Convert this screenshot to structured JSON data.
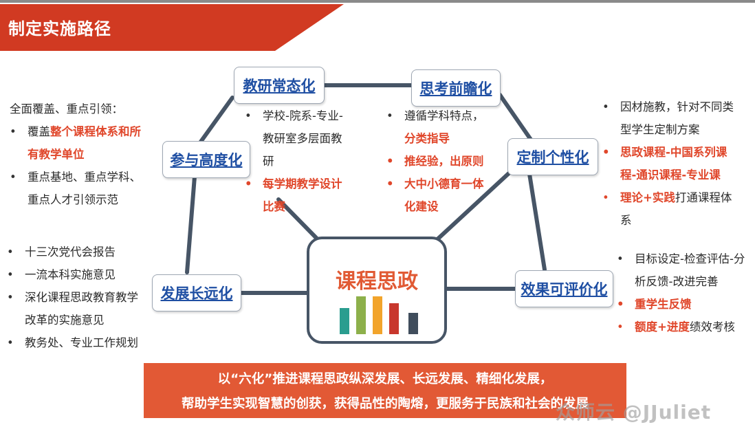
{
  "title": "制定实施路径",
  "center": {
    "label": "课程思政"
  },
  "bar_colors": [
    "#2a9d8f",
    "#8db04b",
    "#f2a42b",
    "#c8372d",
    "#404d5c"
  ],
  "bar_levels": [
    0.62,
    0.88,
    0.88,
    0.72,
    0.5
  ],
  "nodes": {
    "research": "教研常态化",
    "forward": "思考前瞻化",
    "participate": "参与高度化",
    "custom": "定制个性化",
    "longterm": "发展长远化",
    "evaluate": "效果可评价化"
  },
  "left_top": {
    "intro": "全面覆盖、重点引领：",
    "b1_plain": "覆盖",
    "b1_red_a": "整个课程体系和所",
    "b1_red_b": "有教学单位",
    "b2_a": "重点基地、重点学科、",
    "b2_b": "重点人才引领示范"
  },
  "left_bottom": {
    "i1": "十三次党代会报告",
    "i2": "一流本科实施意见",
    "i3_a": "深化课程思政教育教学",
    "i3_b": "改革的实施意见",
    "i4": "教务处、专业工作规划"
  },
  "mid_left": {
    "i1_a": "学校-院系-专业-",
    "i1_b": "教研室多层面教",
    "i1_c": "研",
    "i2_a": "每学期教学设计",
    "i2_b": "比赛"
  },
  "mid_right": {
    "i1": "遵循学科特点，",
    "i1_red": "分类指导",
    "i2": "推经验，出原则",
    "i3_a": "大中小德育一体",
    "i3_b": "化建设"
  },
  "right_top": {
    "i1_a": "因材施教，针对不同类",
    "i1_b": "型学生定制方案",
    "i2_a": "思政课程-中国系列课",
    "i2_b": "程-通识课程-专业课",
    "i3_red": "理论+实践",
    "i3_plain": "打通课程体",
    "i3_c": "系"
  },
  "right_bottom": {
    "i1_a": "目标设定-检查评估-分",
    "i1_b": "析反馈-改进完善",
    "i2": "重学生反馈",
    "i3_red": "额度+进度",
    "i3_plain": "绩效考核"
  },
  "slogan": {
    "line1": "以“六化”推进课程思政纵深发展、长远发展、精细化发展，",
    "line2": "帮助学生实现智慧的创获，获得品性的陶熔，更服务于民族和社会的发展"
  },
  "watermark": "众师云 @JJuliet"
}
